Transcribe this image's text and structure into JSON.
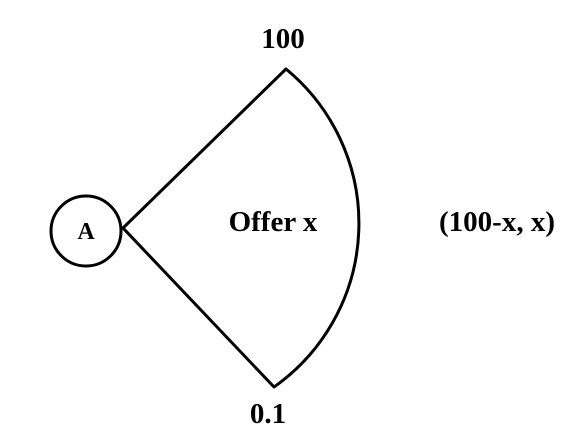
{
  "diagram": {
    "node": {
      "label": "A"
    },
    "offer_label": "Offer x",
    "upper_bound_label": "100",
    "lower_bound_label": "0.1",
    "payoff_label": "(100-x, x)",
    "colors": {
      "ink": "#000000",
      "background": "#ffffff"
    }
  }
}
